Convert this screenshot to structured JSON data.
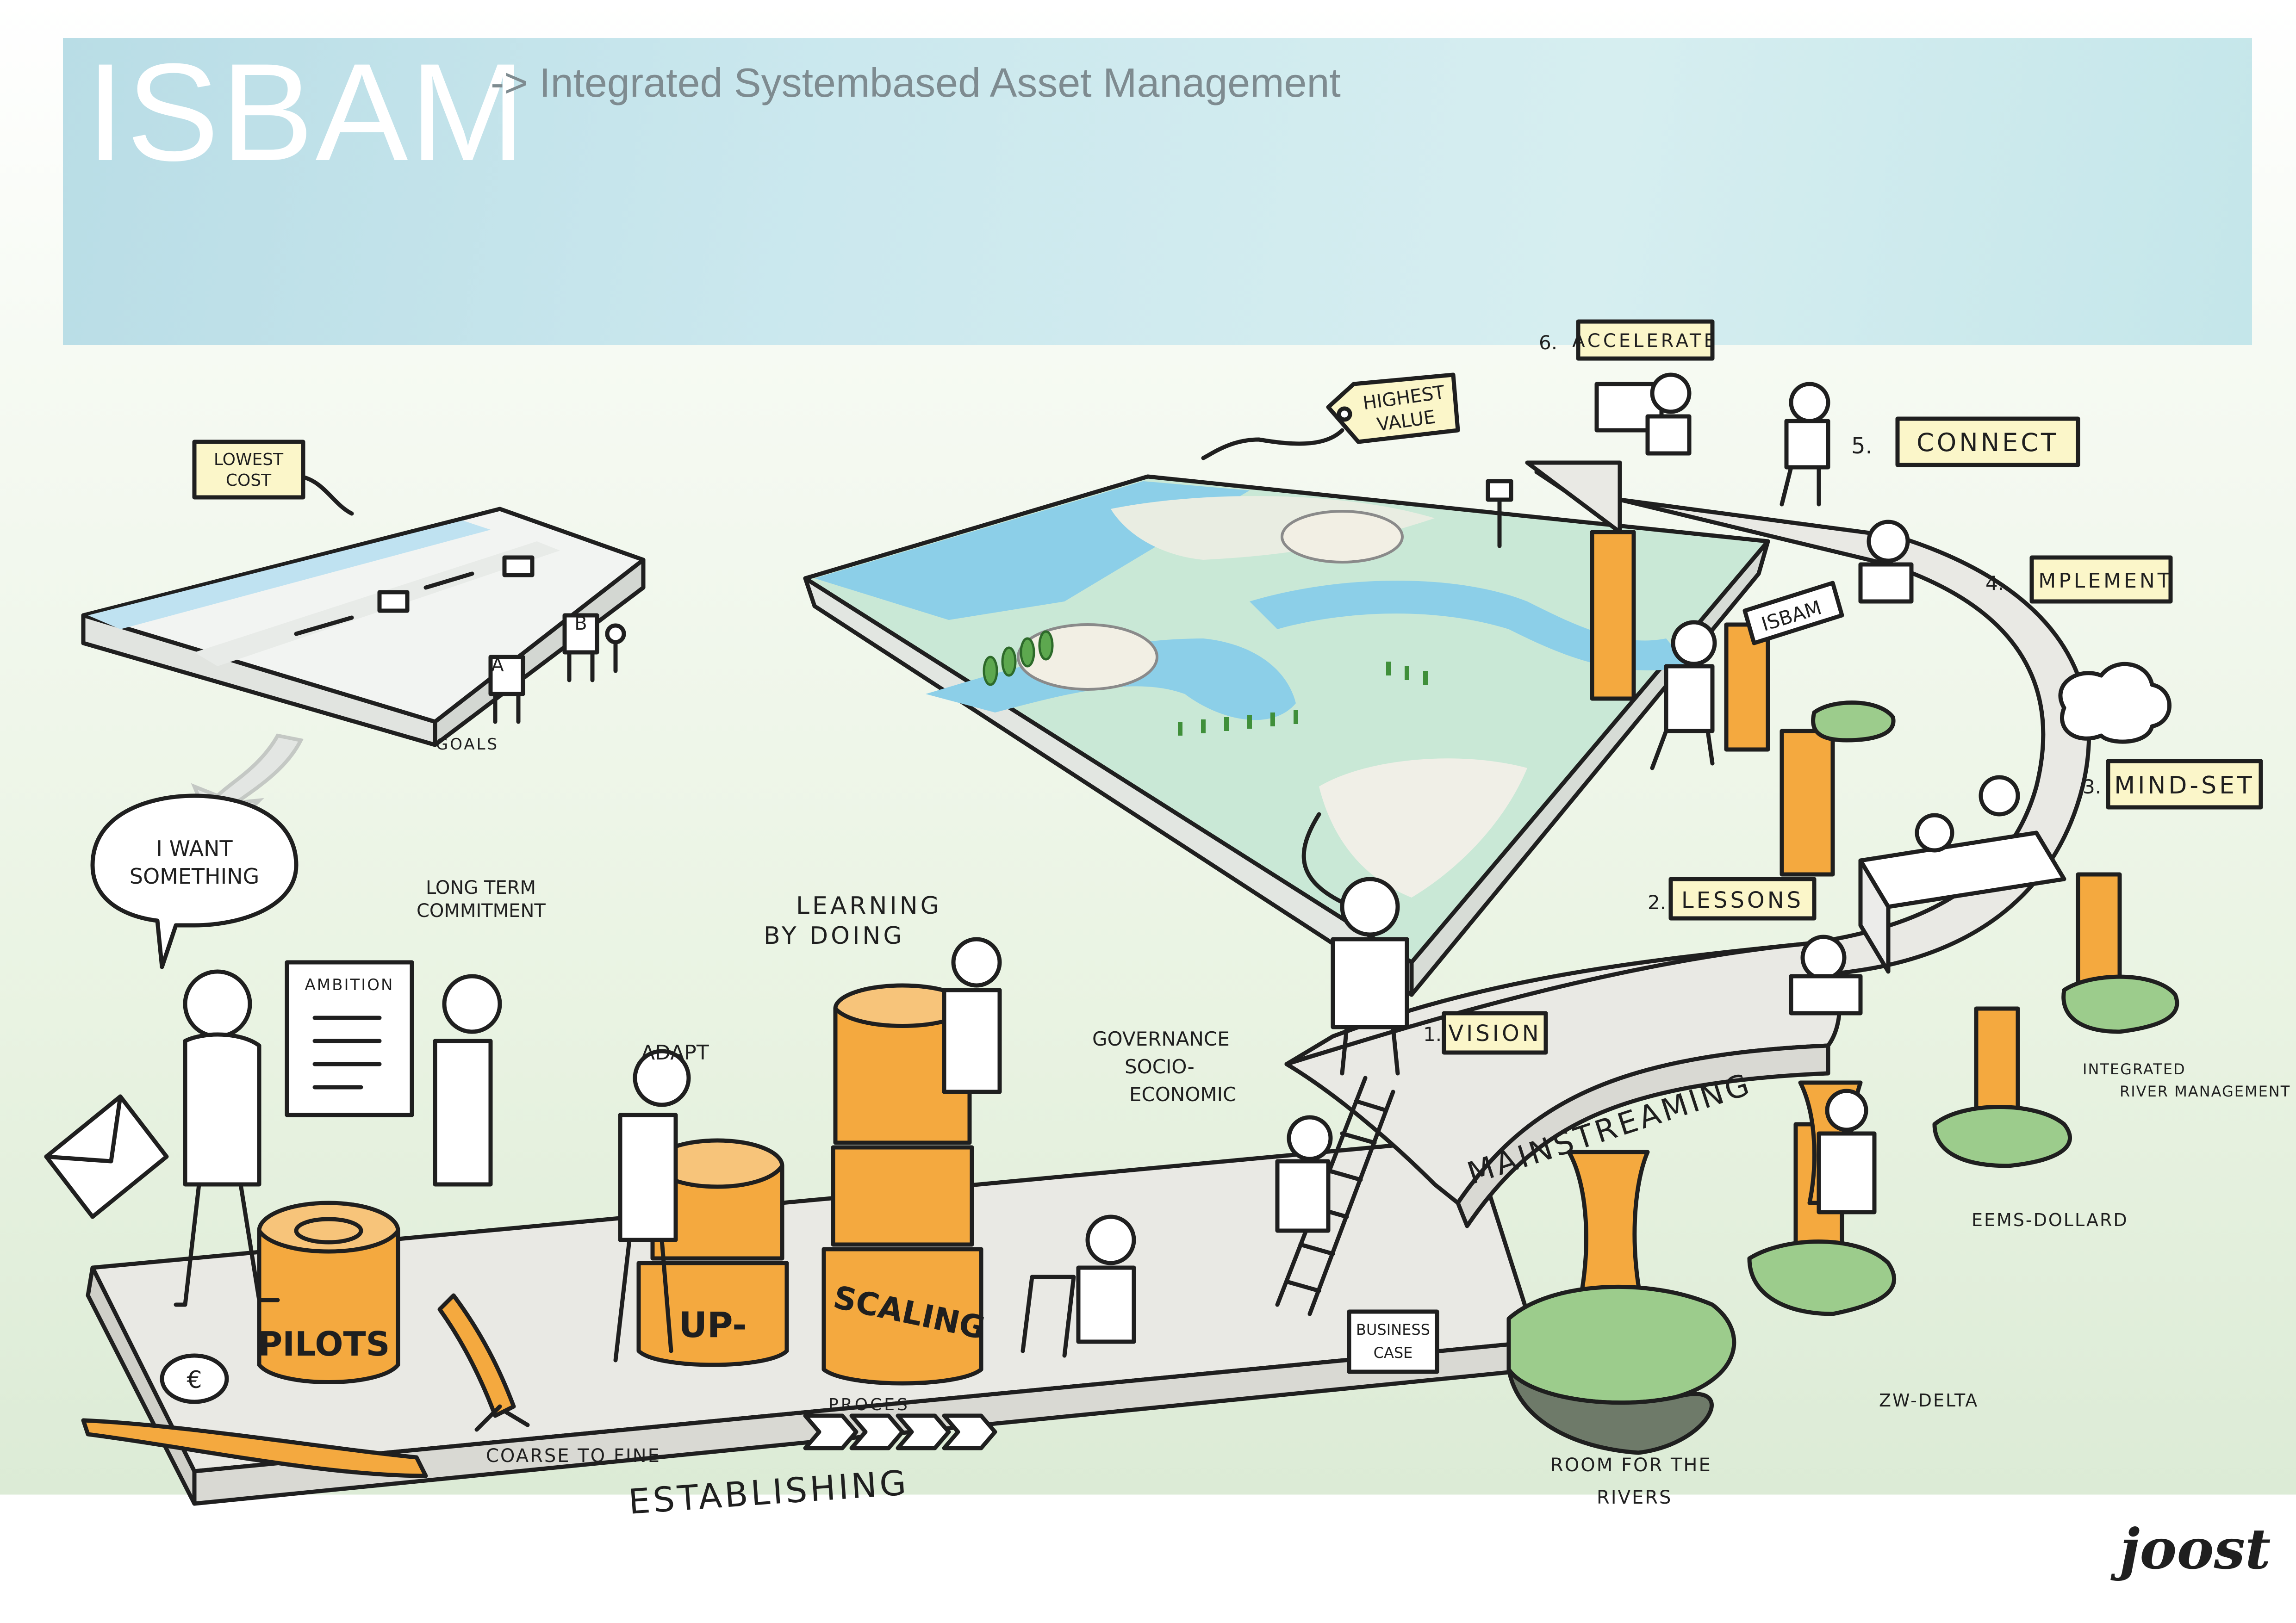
{
  "header": {
    "title": "ISBAM",
    "subtitle": "-> Integrated Systembased Asset Management"
  },
  "landscapes": {
    "left_tag": "LOWEST COST",
    "left_tag_lines": [
      "LOWEST",
      "COST"
    ],
    "sign_a": "A",
    "sign_b": "B",
    "goals": "GOALS",
    "right_tag": "HIGHEST VALUE",
    "right_tag_lines": [
      "HIGHEST",
      "VALUE"
    ]
  },
  "platform": {
    "speech": "I WANT SOMETHING",
    "speech_lines": [
      "I WANT",
      "SOMETHING"
    ],
    "long_term": "LONG TERM COMMITMENT",
    "long_term_lines": [
      "LONG TERM",
      "COMMITMENT"
    ],
    "ambition": "AMBITION",
    "learning": "LEARNING BY DOING",
    "learning_lines": [
      "LEARNING",
      "BY DOING"
    ],
    "adapt": "ADAPT",
    "governance": "GOVERNANCE SOCIO-ECONOMIC",
    "governance_lines": [
      "GOVERNANCE",
      "SOCIO-",
      "ECONOMIC"
    ],
    "pilots": "PILOTS",
    "up": "UP-",
    "scaling": "SCALING",
    "business_case": "BUSINESS CASE",
    "business_case_lines": [
      "BUSINESS",
      "CASE"
    ],
    "proces": "PROCES",
    "coarse": "COARSE TO FINE",
    "establishing": "ESTABLISHING",
    "money": "€"
  },
  "path": {
    "mainstreaming": "MAINSTREAMING",
    "isbam_sign": "ISBAM",
    "steps": [
      {
        "num": "1.",
        "label": "VISION"
      },
      {
        "num": "2.",
        "label": "LESSONS"
      },
      {
        "num": "3.",
        "label": "MIND-SET"
      },
      {
        "num": "4.",
        "label": "IMPLEMENT"
      },
      {
        "num": "5.",
        "label": "CONNECT"
      },
      {
        "num": "6.",
        "label": "ACCELERATE"
      }
    ]
  },
  "islands": {
    "integrated": "INTEGRATED RIVER MANAGEMENT",
    "integrated_lines": [
      "INTEGRATED",
      "RIVER MANAGEMENT"
    ],
    "eems": "EEMS-DOLLARD",
    "zw": "ZW-DELTA",
    "room": "ROOM FOR THE RIVERS",
    "room_lines": [
      "ROOM FOR THE",
      "RIVERS"
    ]
  },
  "signature": "joost",
  "colors": {
    "orange": "#f4a93f",
    "tag": "#fbf6c9",
    "water": "#8ccfe8",
    "grass": "#bfe3b2",
    "island": "#9ccc8c",
    "platform": "#e9e9e4"
  }
}
